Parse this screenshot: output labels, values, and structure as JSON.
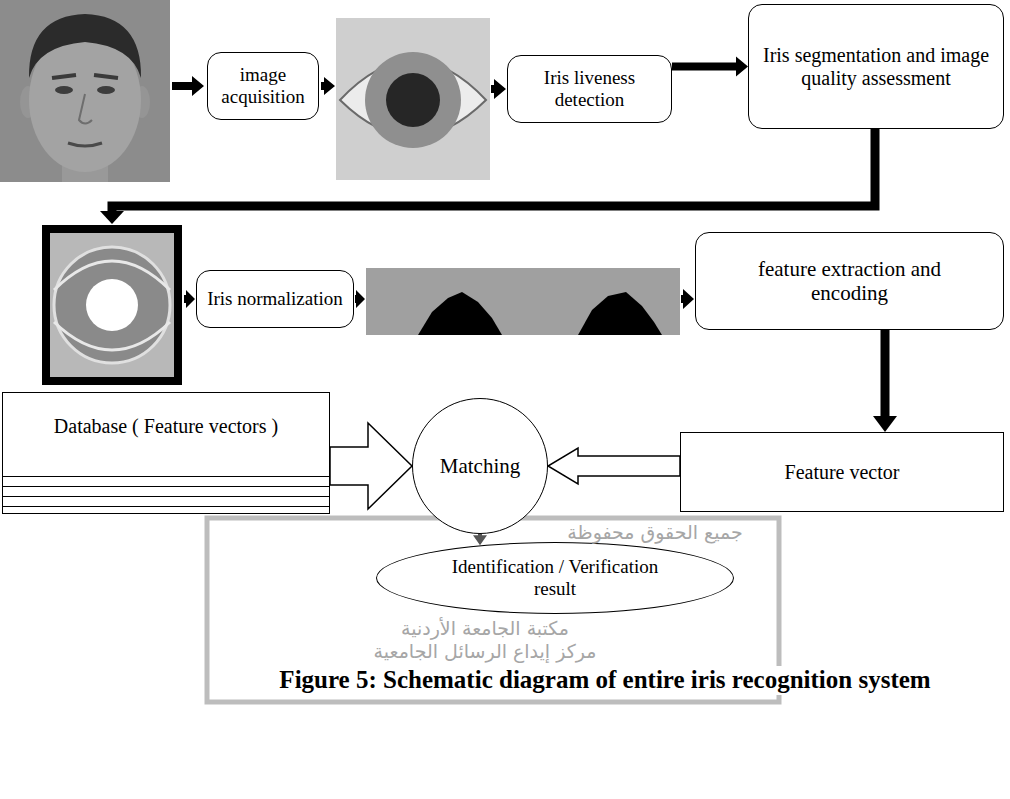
{
  "diagram": {
    "caption": "Figure 5: Schematic diagram of entire iris recognition system",
    "nodes": [
      {
        "text": [
          "image acquisition"
        ]
      },
      {
        "text": [
          "Iris liveness detection"
        ]
      },
      {
        "text": [
          "Iris segmentation and image quality assessment"
        ]
      },
      {
        "text": [
          "Iris normalization"
        ]
      },
      {
        "text": [
          "feature extraction and encoding"
        ]
      },
      {
        "text": [
          "Database ( Feature vectors )"
        ]
      },
      {
        "text": [
          "Matching"
        ]
      },
      {
        "text": [
          "Feature vector"
        ]
      },
      {
        "text": [
          "Identification / Verification result"
        ]
      }
    ],
    "edges": [
      {
        "from": 1,
        "to": 2,
        "arrow": "to"
      },
      {
        "from": 4,
        "to": 7,
        "arrow": "to"
      },
      {
        "from": 5,
        "to": 6,
        "arrow": "to"
      },
      {
        "from": 7,
        "to": 6,
        "arrow": "to"
      },
      {
        "from": 6,
        "to": 8,
        "arrow": "to"
      }
    ],
    "labels": [
      "جميع الحقوق محفوظة",
      "مكتبة الجامعة الأردنية",
      "مركز إيداع الرسائل الجامعية"
    ]
  }
}
